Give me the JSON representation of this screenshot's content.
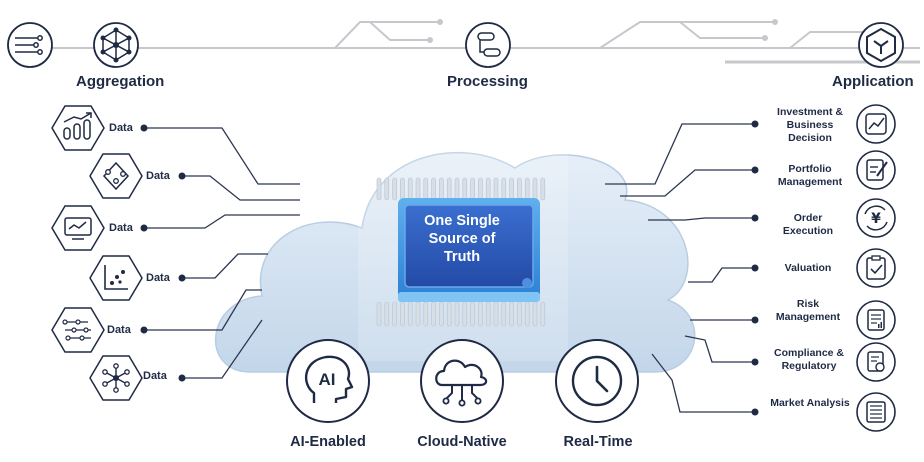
{
  "headers": {
    "aggregation": "Aggregation",
    "processing": "Processing",
    "application": "Application"
  },
  "core_label": "One Single Source of Truth",
  "data_sources": [
    {
      "label": "Data",
      "icon": "bar-chart-trend-icon"
    },
    {
      "label": "Data",
      "icon": "network-nodes-icon"
    },
    {
      "label": "Data",
      "icon": "monitor-chart-icon"
    },
    {
      "label": "Data",
      "icon": "scatter-plot-icon"
    },
    {
      "label": "Data",
      "icon": "circuit-icon"
    },
    {
      "label": "Data",
      "icon": "hub-nodes-icon"
    }
  ],
  "applications": [
    {
      "label": "Investment & Business Decision",
      "icon": "trend-chart-icon"
    },
    {
      "label": "Portfolio Management",
      "icon": "edit-document-icon"
    },
    {
      "label": "Order Execution",
      "icon": "yen-cycle-icon"
    },
    {
      "label": "Valuation",
      "icon": "clipboard-check-icon"
    },
    {
      "label": "Risk Management",
      "icon": "report-icon"
    },
    {
      "label": "Compliance & Regulatory",
      "icon": "document-seal-icon"
    },
    {
      "label": "Market Analysis",
      "icon": "newspaper-icon"
    }
  ],
  "features": [
    {
      "label": "AI-Enabled",
      "icon": "ai-head-icon"
    },
    {
      "label": "Cloud-Native",
      "icon": "cloud-network-icon"
    },
    {
      "label": "Real-Time",
      "icon": "clock-icon"
    }
  ],
  "colors": {
    "navy": "#1f2a44",
    "cloud": "#cfe0ef",
    "chip": "#2f6fd4",
    "chip_face": "#2d55b8",
    "line_gray": "#c6c8cc"
  }
}
